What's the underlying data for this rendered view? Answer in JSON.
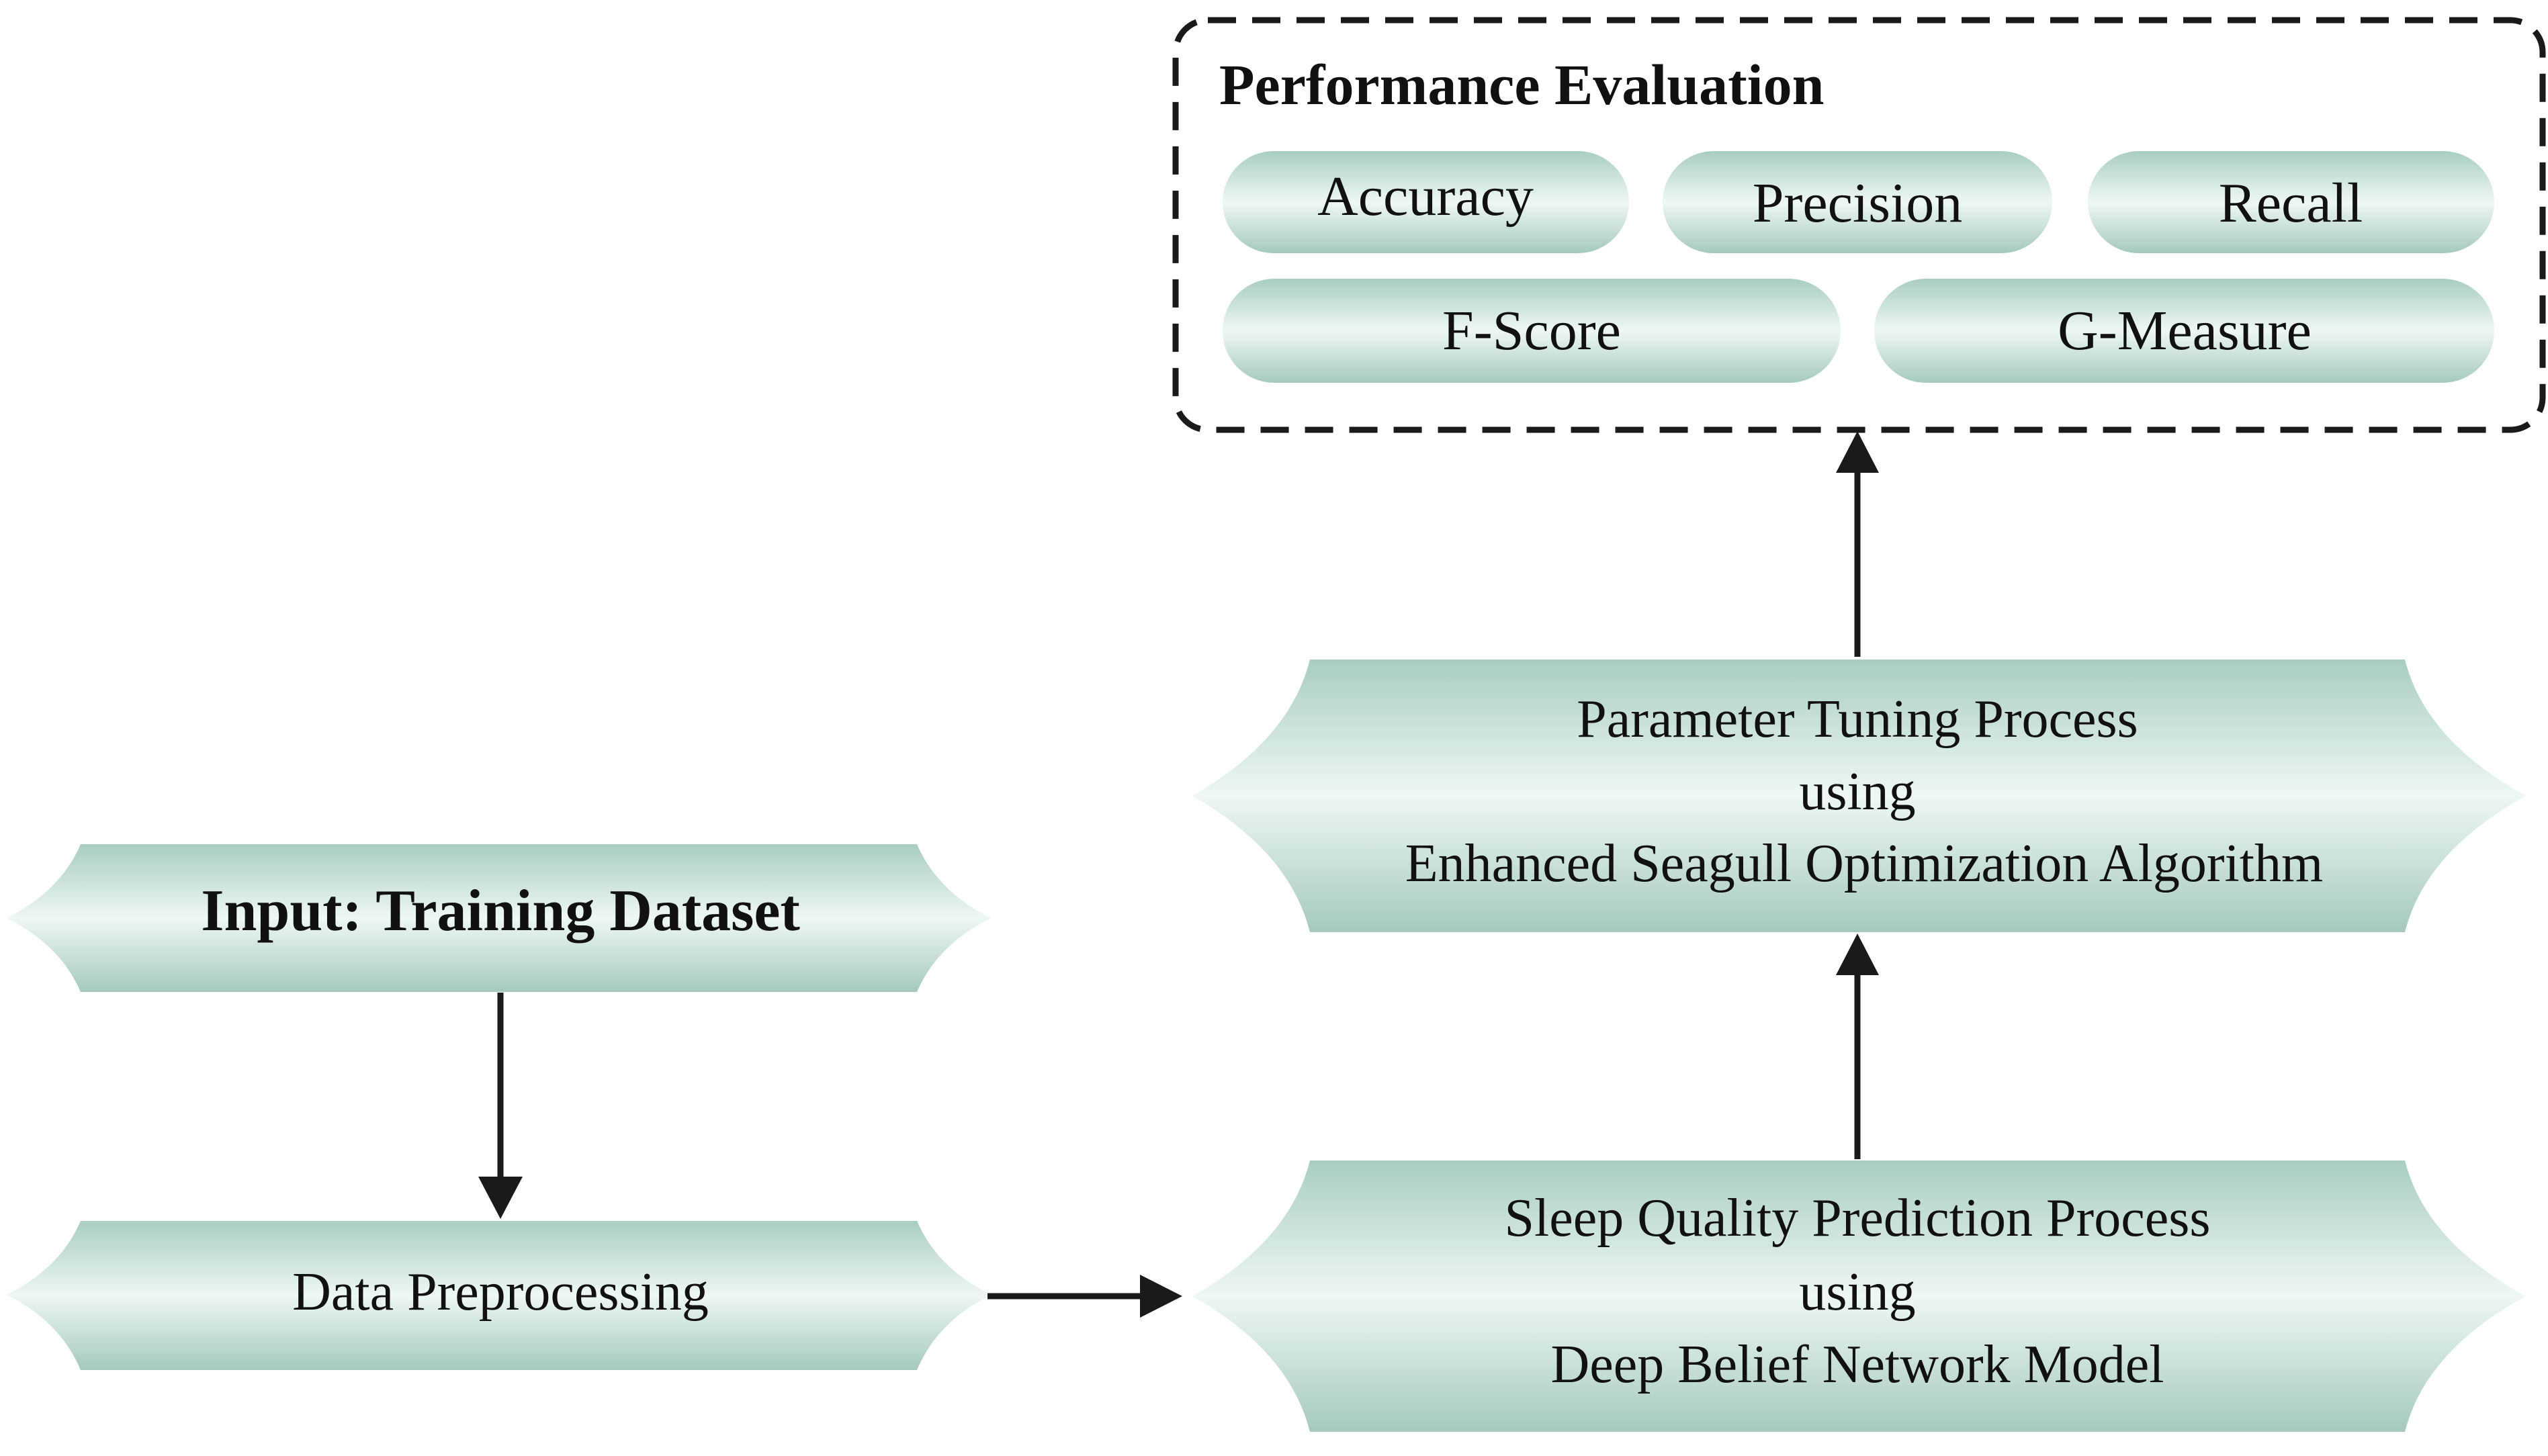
{
  "performance_evaluation": {
    "title": "Performance Evaluation",
    "metrics": [
      "Accuracy",
      "Precision",
      "Recall",
      "F-Score",
      "G-Measure"
    ]
  },
  "steps": {
    "input": {
      "label": "Input: Training Dataset"
    },
    "preprocessing": {
      "label": "Data Preprocessing"
    },
    "prediction": {
      "lines": [
        "Sleep Quality Prediction Process",
        "using",
        "Deep Belief Network Model"
      ]
    },
    "tuning": {
      "lines": [
        "Parameter Tuning Process",
        "using",
        "Enhanced Seagull Optimization Algorithm"
      ]
    }
  }
}
